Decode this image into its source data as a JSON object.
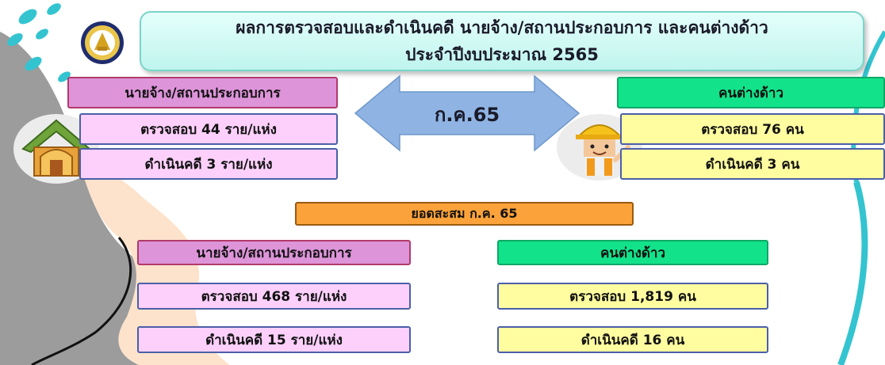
{
  "header": {
    "title_line1": "ผลการตรวจสอบและดำเนินคดี นายจ้าง/สถานประกอบการ และคนต่างด้าว",
    "title_line2": "ประจำปีงบประมาณ 2565"
  },
  "monthly": {
    "month_label": "ก.ค.65",
    "employer": {
      "heading": "นายจ้าง/สถานประกอบการ",
      "inspected": "ตรวจสอบ 44 ราย/แห่ง",
      "prosecuted": "ดำเนินคดี 3 ราย/แห่ง"
    },
    "foreign": {
      "heading": "คนต่างด้าว",
      "inspected": "ตรวจสอบ 76 คน",
      "prosecuted": "ดำเนินคดี   3   คน"
    }
  },
  "cumulative": {
    "heading": "ยอดสะสม ก.ค. 65",
    "employer": {
      "heading": "นายจ้าง/สถานประกอบการ",
      "inspected": "ตรวจสอบ 468 ราย/แห่ง",
      "prosecuted": "ดำเนินคดี  15 ราย/แห่ง"
    },
    "foreign": {
      "heading": "คนต่างด้าว",
      "inspected": "ตรวจสอบ 1,819 คน",
      "prosecuted": "ดำเนินคดี  16  คน"
    }
  },
  "icons": {
    "logo": "department-seal-icon",
    "house": "house-icon",
    "worker": "construction-worker-icon",
    "arrow": "double-arrow-icon"
  },
  "colors": {
    "pink_heading": "#dd94d9",
    "pink_row": "#fdd0fb",
    "green_heading": "#12e38a",
    "yellow_row": "#fffda0",
    "orange_heading": "#fba23a",
    "arrow": "#8fb4e3"
  }
}
